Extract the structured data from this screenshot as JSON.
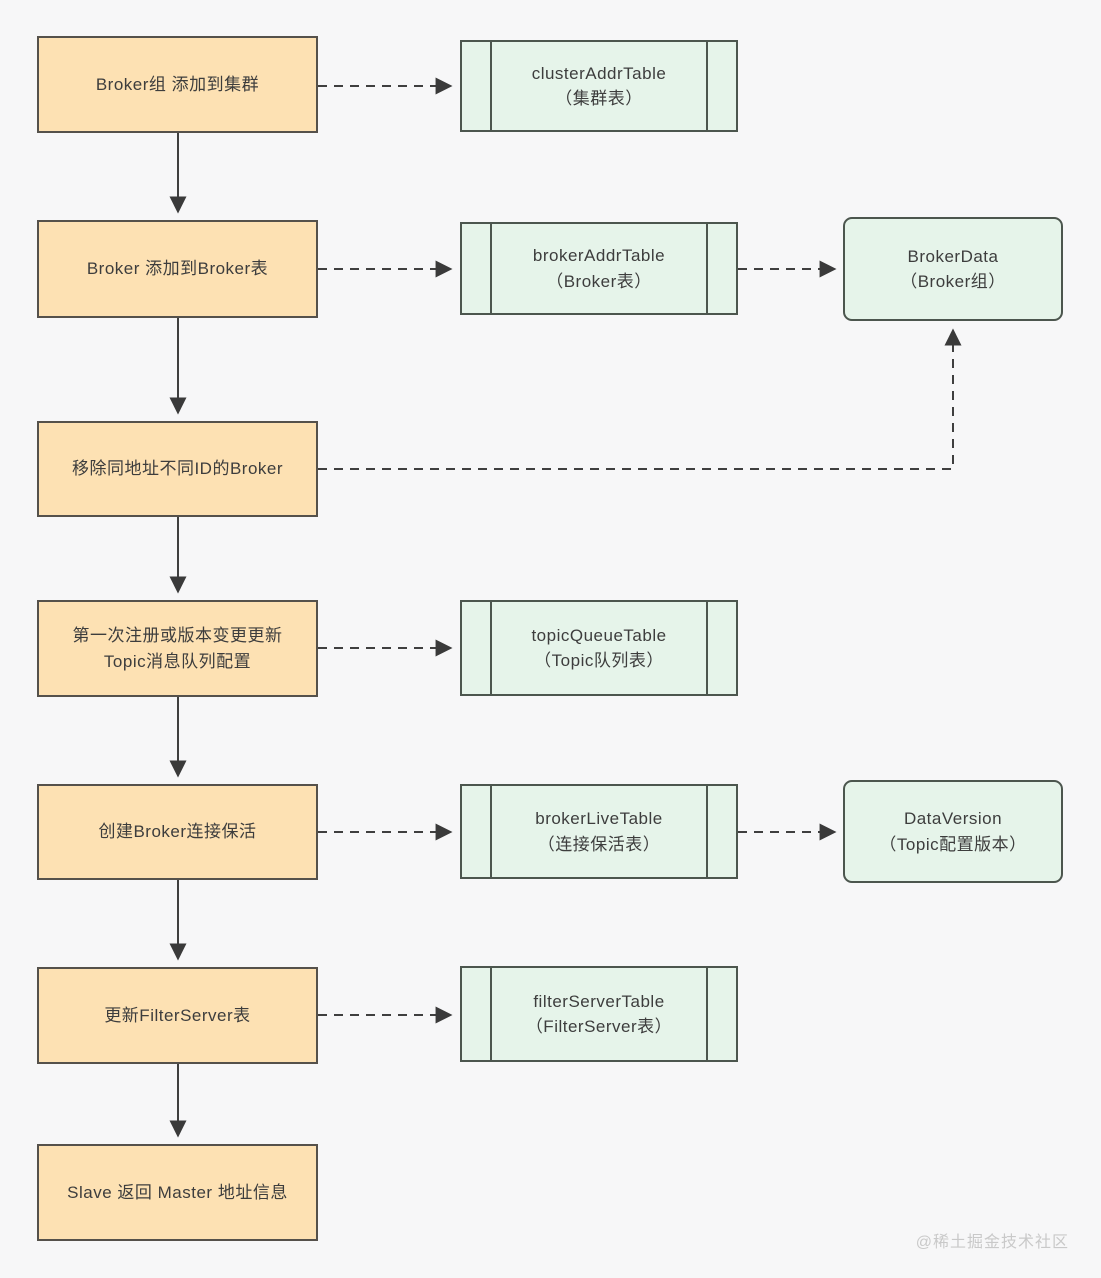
{
  "diagram": {
    "left_steps": [
      {
        "label": "Broker组 添加到集群"
      },
      {
        "label": "Broker 添加到Broker表"
      },
      {
        "label": "移除同地址不同ID的Broker"
      },
      {
        "label": "第一次注册或版本变更更新\nTopic消息队列配置"
      },
      {
        "label": "创建Broker连接保活"
      },
      {
        "label": "更新FilterServer表"
      },
      {
        "label": "Slave 返回 Master 地址信息"
      }
    ],
    "tables": [
      {
        "name": "clusterAddrTable",
        "alias": "（集群表）"
      },
      {
        "name": "brokerAddrTable",
        "alias": "（Broker表）"
      },
      {
        "name": "topicQueueTable",
        "alias": "（Topic队列表）"
      },
      {
        "name": "brokerLiveTable",
        "alias": "（连接保活表）"
      },
      {
        "name": "filterServerTable",
        "alias": "（FilterServer表）"
      }
    ],
    "entities": [
      {
        "name": "BrokerData",
        "alias": "（Broker组）"
      },
      {
        "name": "DataVersion",
        "alias": "（Topic配置版本）"
      }
    ],
    "watermark": "@稀土掘金技术社区"
  },
  "colors": {
    "bg": "#f7f7f8",
    "orange-fill": "#fde1b3",
    "orange-border": "#55514b",
    "green-fill": "#e6f4ea",
    "green-border": "#4c564e",
    "line": "#3f3f3f",
    "text": "#3d3d3d"
  }
}
